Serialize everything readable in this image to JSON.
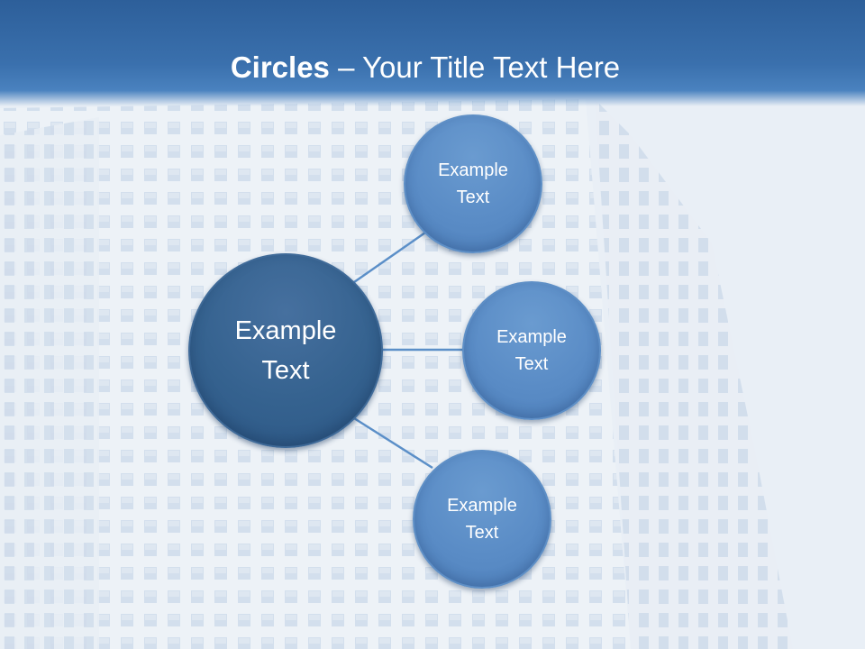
{
  "slide": {
    "title_bold": "Circles",
    "title_rest": " – Your Title Text Here"
  },
  "diagram": {
    "center": {
      "label": "Example\nText"
    },
    "nodes": [
      {
        "label": "Example\nText"
      },
      {
        "label": "Example\nText"
      },
      {
        "label": "Example\nText"
      }
    ]
  },
  "colors": {
    "header": "#3a70ad",
    "center_circle": "#35628f",
    "node_circle": "#5a8cc6",
    "connector": "#5b8fc8"
  }
}
